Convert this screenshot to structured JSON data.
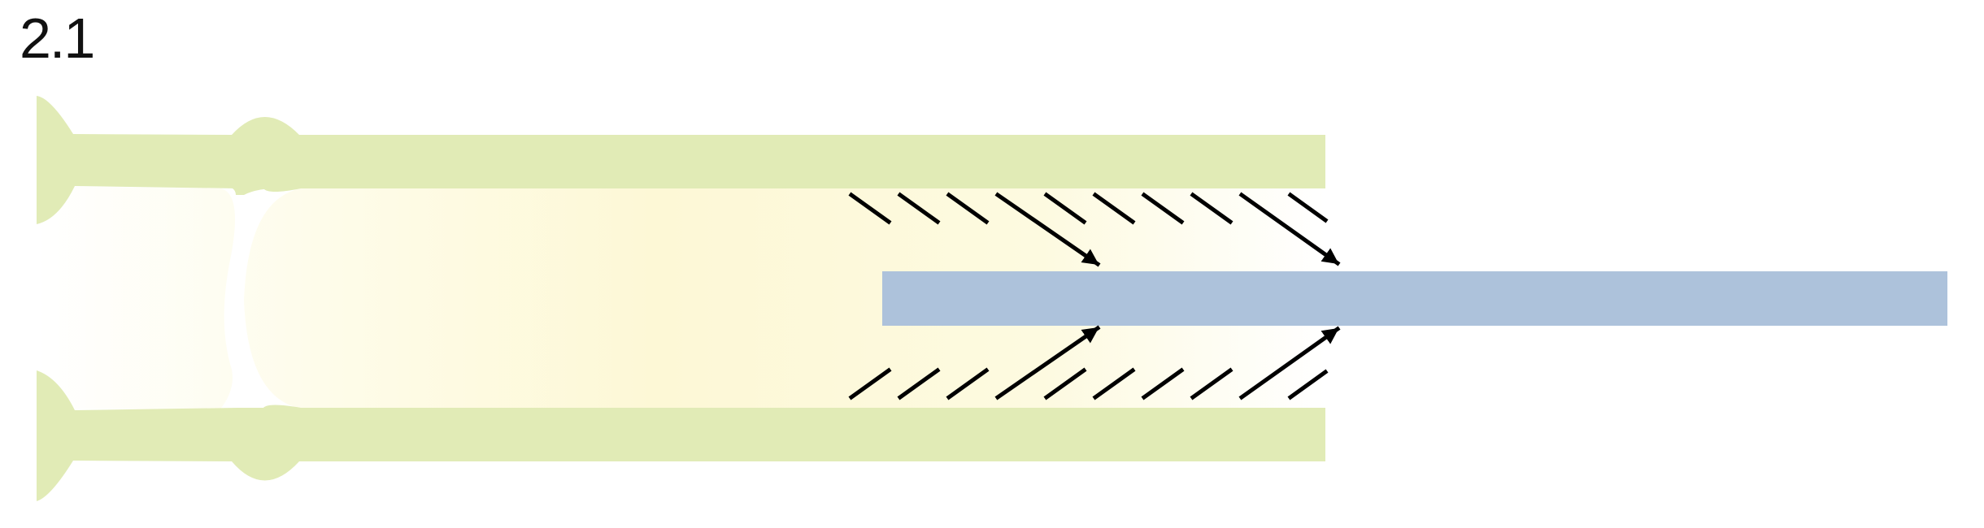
{
  "figure": {
    "label": "2.1"
  },
  "colors": {
    "tube_wall": "#E1EBB6",
    "lumen_gradient": [
      "#FFFFFF",
      "#FEFCEA",
      "#FDF8D6",
      "#FDFAE0",
      "#FFFFFF"
    ],
    "inner_rod": "#ADC2DB",
    "hatch": "#000000"
  },
  "parts": [
    {
      "id": "tube-wall-top",
      "kind": "wall"
    },
    {
      "id": "tube-wall-bottom",
      "kind": "wall"
    },
    {
      "id": "lumen",
      "kind": "fill"
    },
    {
      "id": "inner-rod",
      "kind": "rod"
    },
    {
      "id": "hatch-top",
      "kind": "hatch",
      "arrows": 2
    },
    {
      "id": "hatch-bottom",
      "kind": "hatch",
      "arrows": 2
    }
  ]
}
